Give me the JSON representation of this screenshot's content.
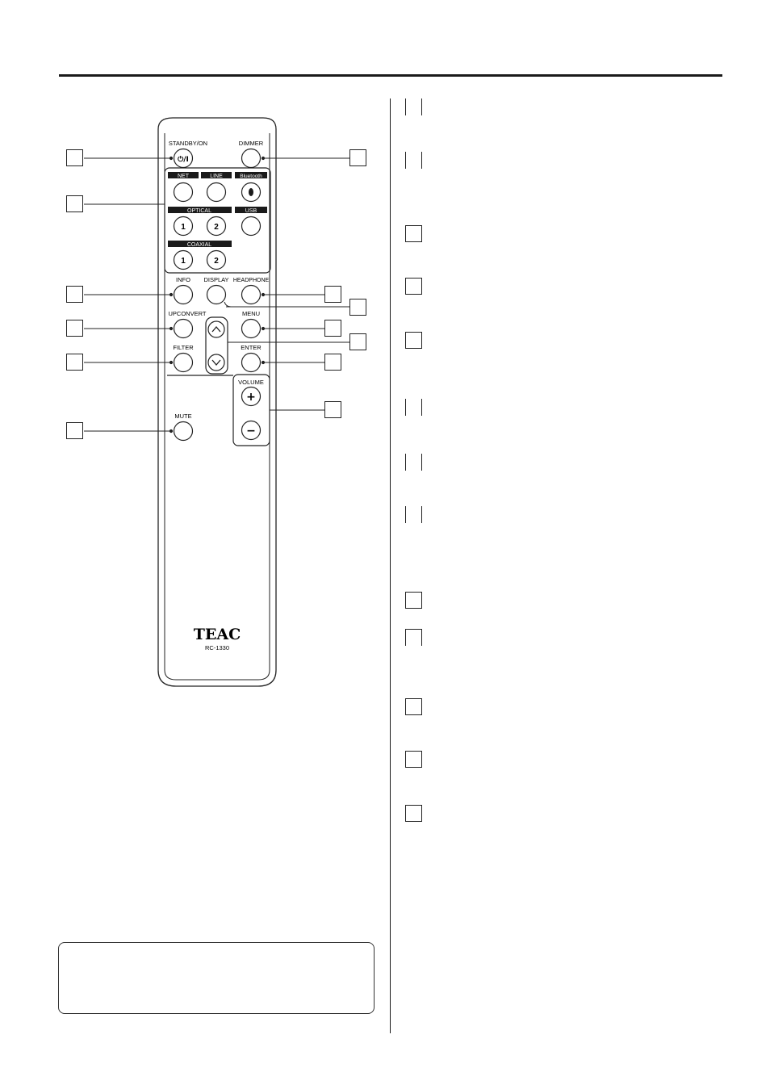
{
  "remote": {
    "model_logo": "TEAC",
    "model_number": "RC-1330",
    "buttons": {
      "standby": "STANDBY/ON",
      "standby_symbol": "⏻/I",
      "dimmer": "DIMMER",
      "info": "INFO",
      "display": "DISPLAY",
      "headphone": "HEADPHONE",
      "upconvert": "UPCONVERT",
      "menu": "MENU",
      "filter": "FILTER",
      "enter": "ENTER",
      "volume": "VOLUME",
      "mute": "MUTE",
      "plus": "+",
      "minus": "−"
    },
    "inputs": {
      "net": "NET",
      "line": "LINE",
      "bluetooth": "Bluetooth",
      "optical": "OPTICAL",
      "usb": "USB",
      "coaxial": "COAXIAL",
      "num1": "1",
      "num2": "2"
    }
  }
}
